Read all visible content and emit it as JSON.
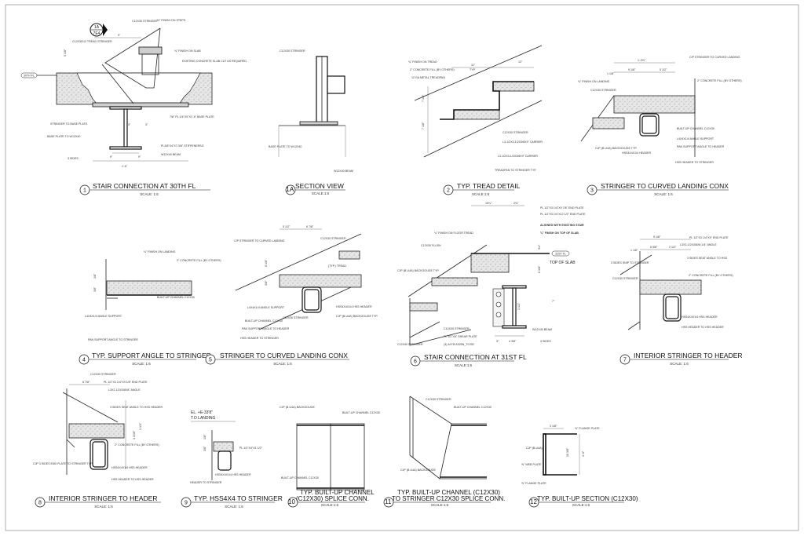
{
  "sheet": {
    "details": [
      {
        "number": "1",
        "title": "STAIR CONNECTION AT 30TH FL",
        "scale": "SCALE: 1:6"
      },
      {
        "number": "1A",
        "title": "SECTION VIEW",
        "scale": "SCALE:1:6"
      },
      {
        "number": "2",
        "title": "TYP. TREAD DETAIL",
        "scale": "SCALE:1:6"
      },
      {
        "number": "3",
        "title": "STRINGER TO CURVED LANDING CONX",
        "scale": "SCALE: 1:6"
      },
      {
        "number": "4",
        "title": "TYP. SUPPORT ANGLE TO STRINGER",
        "scale": "SCALE: 1:6"
      },
      {
        "number": "5",
        "title": "STRINGER TO CURVED LANDING CONX",
        "scale": "SCALE: 1:6"
      },
      {
        "number": "6",
        "title": "STAIR CONNECTION AT 31ST FL",
        "scale": "SCALE:1:6"
      },
      {
        "number": "7",
        "title": "INTERIOR STRINGER TO HEADER",
        "scale": "SCALE: 1:6"
      },
      {
        "number": "8",
        "title": "INTERIOR STRINGER TO HEADER",
        "scale": "SCALE: 1:6"
      },
      {
        "number": "9",
        "title": "TYP. HSS4X4 TO STRINGER",
        "scale": "SCALE: 1:6"
      },
      {
        "number": "10",
        "title_line1": "TYP. BUILT-UP CHANNEL",
        "title_line2": "(C12X30) SPLICE CONN.",
        "scale": "SCALE:1:6"
      },
      {
        "number": "11",
        "title_line1": "TYP. BUILT-UP CHANNEL (C12X30)",
        "title_line2": "TO STRINGER C12X30 SPLICE CONN.",
        "scale": "SCALE:1:6"
      },
      {
        "number": "12",
        "title": "TYP. BUILT-UP SECTION (C12X30)",
        "scale": "SCALE:1:6"
      }
    ],
    "callout": {
      "top": "1A",
      "bottom": "7E4"
    },
    "detail1": {
      "level": "30TH FL",
      "labels": [
        "C12X30 STRINGER",
        "½\" FINISH ON STEPS",
        "C12X30/12 TREAD STRINGER",
        "¾\" FINISH ON SLAB",
        "EXISTING CONCRETE SLAB CUT AS REQUIRED",
        "STRINGER TO BASE PLATE",
        "BASE PLATE TO W12X40",
        "7/8\" PL 1/4\"X9\"X1'-6\" BASE PLATE",
        "PL3/8\"X4\"X7-3/8\" STIFFENERS/2",
        "W12X40 BEAM",
        "3 SIDES"
      ],
      "dims": [
        "9\"",
        "5 1/8\"",
        "3\"",
        "3\"",
        "9\"",
        "9\"",
        "1'-6\""
      ]
    },
    "detail1a": {
      "labels": [
        "C12X30 STRINGER",
        "BASE PLATE TO W12X40",
        "W12X40 BEAM"
      ]
    },
    "detail2": {
      "labels": [
        "¾\" FINISH ON TREAD",
        "2\" CONCRETE FILL (BY OTHERS)",
        "12 GA METAL TREADPAN",
        "C12X30 STRINGER",
        "L3-1/2X3-1/2X3/8X9\" CARRIER",
        "L3-1/2X3-1/2X3/8X9\" CARRIER",
        "TREADPAN TO STRINGER TYP."
      ],
      "dims": [
        "11\"",
        "TYP.",
        "12\"",
        "7 1/8\"",
        "7 1/8\""
      ]
    },
    "detail3": {
      "labels": [
        "C/P STRINGER TO CURVED LANDING",
        "¾\" FINISH ON LANDING",
        "2\" CONCRETE FILL (BY OTHERS)",
        "C12X30 STRINGER",
        "BUILT-UP CHANNEL C12X30",
        "L4X4X1/4 ANGLE SUPPORT",
        "PAN SUPPORT ANGLE TO HEADER",
        "HSS4X4X1/4 HEADER",
        "HSS HEADER TO STRINGER",
        "CJP (B-U4A) BACKGOUGE TYP."
      ],
      "dims": [
        "1'-2⅝\"",
        "9 1/8\"",
        "5 1/2\"",
        "1 1/8\""
      ]
    },
    "detail4": {
      "labels": [
        "¾\" FINISH ON LANDING",
        "2\" CONCRETE FILL (BY OTHERS)",
        "BUILT-UP CHANNEL C12X30",
        "L4X4X1/4 ANGLE SUPPORT",
        "PAN SUPPORT ANGLE TO STRINGER"
      ],
      "dims": [
        "1/8\"",
        "3/8\""
      ]
    },
    "detail5": {
      "labels": [
        "C/P STRINGER TO CURVED LANDING",
        "C12X30 STRINGER",
        "(TYP.) TREAD",
        "L4X4X1/4 ANGLE SUPPORT",
        "C12X30 STRINGER",
        "BUILT-UP CHANNEL C12X30",
        "PAN SUPPORT ANGLE TO HEADER",
        "HSS HEADER TO STRINGER",
        "HSS4X4X1/4 HSS HEADER",
        "CJP (B-U4A) BACKGOUGE TYP."
      ],
      "dims": [
        "5 1/2\"",
        "6 7/8\"",
        "6 1/8\"",
        "3/8\""
      ]
    },
    "detail6": {
      "level": "31ST FL",
      "top_of_slab": "TOP OF SLAB",
      "labels": [
        "PL 1/2\"X3 1/4\"X9 7/8\" END PLATE",
        "PL 1/2\"X3 1/4\"X12 1/2\" END PLATE",
        "ALIGNED WITH EXISTING STAIR",
        "¾\" FINISH ON TOP OF SLAB",
        "¾\" FINISH ON FLOOR TREAD",
        "C12X30 FLUSH",
        "CJP (B-U4A) BACKGOUGE TYP.",
        "C12X30 STRINGER",
        "PL 1/2\"X6\" SHEAR PLATE",
        "(3) 3/4\"Ø A325N_TC/SD",
        "W12X40 BEAM",
        "3 SIDES",
        "C12X30 STRINGER"
      ],
      "dims": [
        "10¼\"",
        "2⅜\"",
        "3/4\"",
        "6 3/8\"",
        "3 1/2\"",
        "7\"",
        "3\"",
        "4 3/8\""
      ]
    },
    "detail7": {
      "labels": [
        "PL 1/2\"X3 1/4\"X9\" END PLATE",
        "L3X3-1/2X3/8X8 1/4\" ANGLE",
        "3 SIDES SEAT ANGLE TO HSS",
        "2\" CONCRETE FILL (BY OTHERS)",
        "C12X30 STRINGER",
        "3 SIDES SNIP TO STRINGER",
        "HSS4X4X1/4 HSS HEADER",
        "HSS HEADER TO HSS HEADER"
      ],
      "dims": [
        "9 1/8\"",
        "1 1/8\"",
        "6 5/8\"",
        "2 1/2\""
      ]
    },
    "detail8": {
      "labels": [
        "C12X30 STRINGER",
        "PL 1/2\"X3 1/4\"X9 1/8\" END PLATE",
        "L3X2-1/2X3/8X8\" ANGLE",
        "3 SIDES SEAT ANGLE TO HSS HEADER",
        "2\" CONCRETE FILL (BY OTHERS)",
        "CJP 3 SIDES END PLATE TO STRINGER TYP.",
        "HSS4X4X1/4 HSS HEADER",
        "HSS HEADER TO HSS HEADER"
      ],
      "dims": [
        "6 7/8\"",
        "3 3/16\"",
        "1 1/3\""
      ]
    },
    "detail9": {
      "elevation": "EL. +E-33'8\"",
      "elevation_sub": "T.O LANDING",
      "labels": [
        "PL 1/2\"X4\"X1 1/2\"",
        "HSS4X4X1/4 HSS HEADER",
        "HEADER TO STRINGER"
      ],
      "dims": [
        "1/8\"",
        "3/8\""
      ]
    },
    "detail10": {
      "labels": [
        "CJP (B-U4A) BACKGOUGE",
        "BUILT-UP CHANNEL C12X30",
        "BUILT-UP CHANNEL C12X30"
      ]
    },
    "detail11": {
      "labels": [
        "C12X30 STRINGER",
        "BUILT-UP CHANNEL C12X30",
        "CJP (B-U4A) BACKGOUGE"
      ]
    },
    "detail12": {
      "labels": [
        "⅝\" FLANGE PLATE",
        "⅝\" WEB PLATE",
        "⅝\" FLANGE PLATE",
        "CJP (B-U4A)"
      ],
      "dims": [
        "3 1/8\"",
        "10 3/8\"",
        "1'-0\""
      ]
    }
  }
}
